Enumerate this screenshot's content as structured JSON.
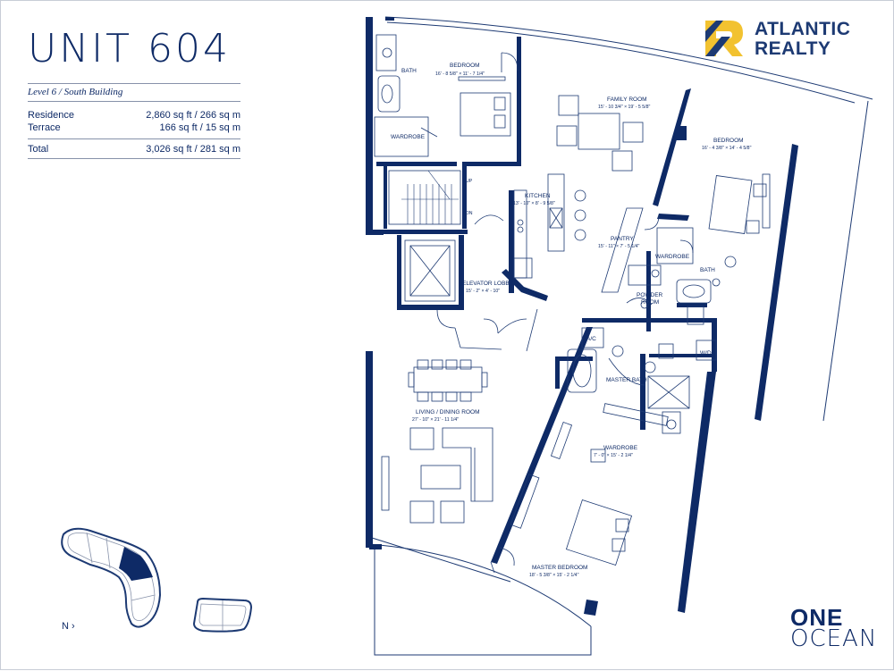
{
  "unit": {
    "title": "UNIT 604",
    "level": "Level 6 / South Building"
  },
  "areas": [
    {
      "label": "Residence",
      "value": "2,860 sq ft / 266 sq m"
    },
    {
      "label": "Terrace",
      "value": "166 sq ft / 15 sq m"
    },
    {
      "label": "Total",
      "value": "3,026 sq ft / 281 sq m"
    }
  ],
  "brand": {
    "line1": "ATLANTIC",
    "line2": "REALTY",
    "logo_colors": [
      "#f2c230",
      "#1d3a73"
    ]
  },
  "project": {
    "line1": "ONE",
    "line2": "OCEAN"
  },
  "key_plan": {
    "north_label": "N"
  },
  "rooms": {
    "bath1": "BATH",
    "wardrobe1": "WARDROBE",
    "bedroom1": "BEDROOM",
    "bedroom1_dim": "16' - 8 5/8\" × 11' - 7 1/4\"",
    "family": "FAMILY ROOM",
    "family_dim": "15' - 10 3/4\" × 19' - 5 5/8\"",
    "bedroom2": "BEDROOM",
    "bedroom2_dim": "16' - 4 3/8\" × 14' - 4 5/8\"",
    "kitchen": "KITCHEN",
    "kitchen_dim": "13' - 10\" × 8' - 9 5/8\"",
    "stair_up": "UP",
    "stair_dn": "DN",
    "pantry": "PANTRY",
    "pantry_dim": "15' - 11\" × 7' - 5 1/4\"",
    "wardrobe2": "WARDROBE",
    "bath2": "BATH",
    "elevator": "ELEVATOR LOBBY",
    "elevator_dim": "15' - 2\" × 4' - 10\"",
    "powder1": "POWDER",
    "powder2": "ROOM",
    "ac1": "A/C",
    "ac2": "A/C",
    "wd": "W/D",
    "master_bath": "MASTER BATH",
    "living": "LIVING / DINING ROOM",
    "living_dim": "27' - 10\" × 21' - 11 1/4\"",
    "wardrobe3": "WARDROBE",
    "wardrobe3_dim": "7' - 0\" × 15' - 2 1/4\"",
    "master_bed": "MASTER BEDROOM",
    "master_bed_dim": "18' - 5 3/8\" × 15' - 2 1/4\""
  },
  "colors": {
    "wall": "#0e2a66",
    "line": "#1d3a73"
  }
}
